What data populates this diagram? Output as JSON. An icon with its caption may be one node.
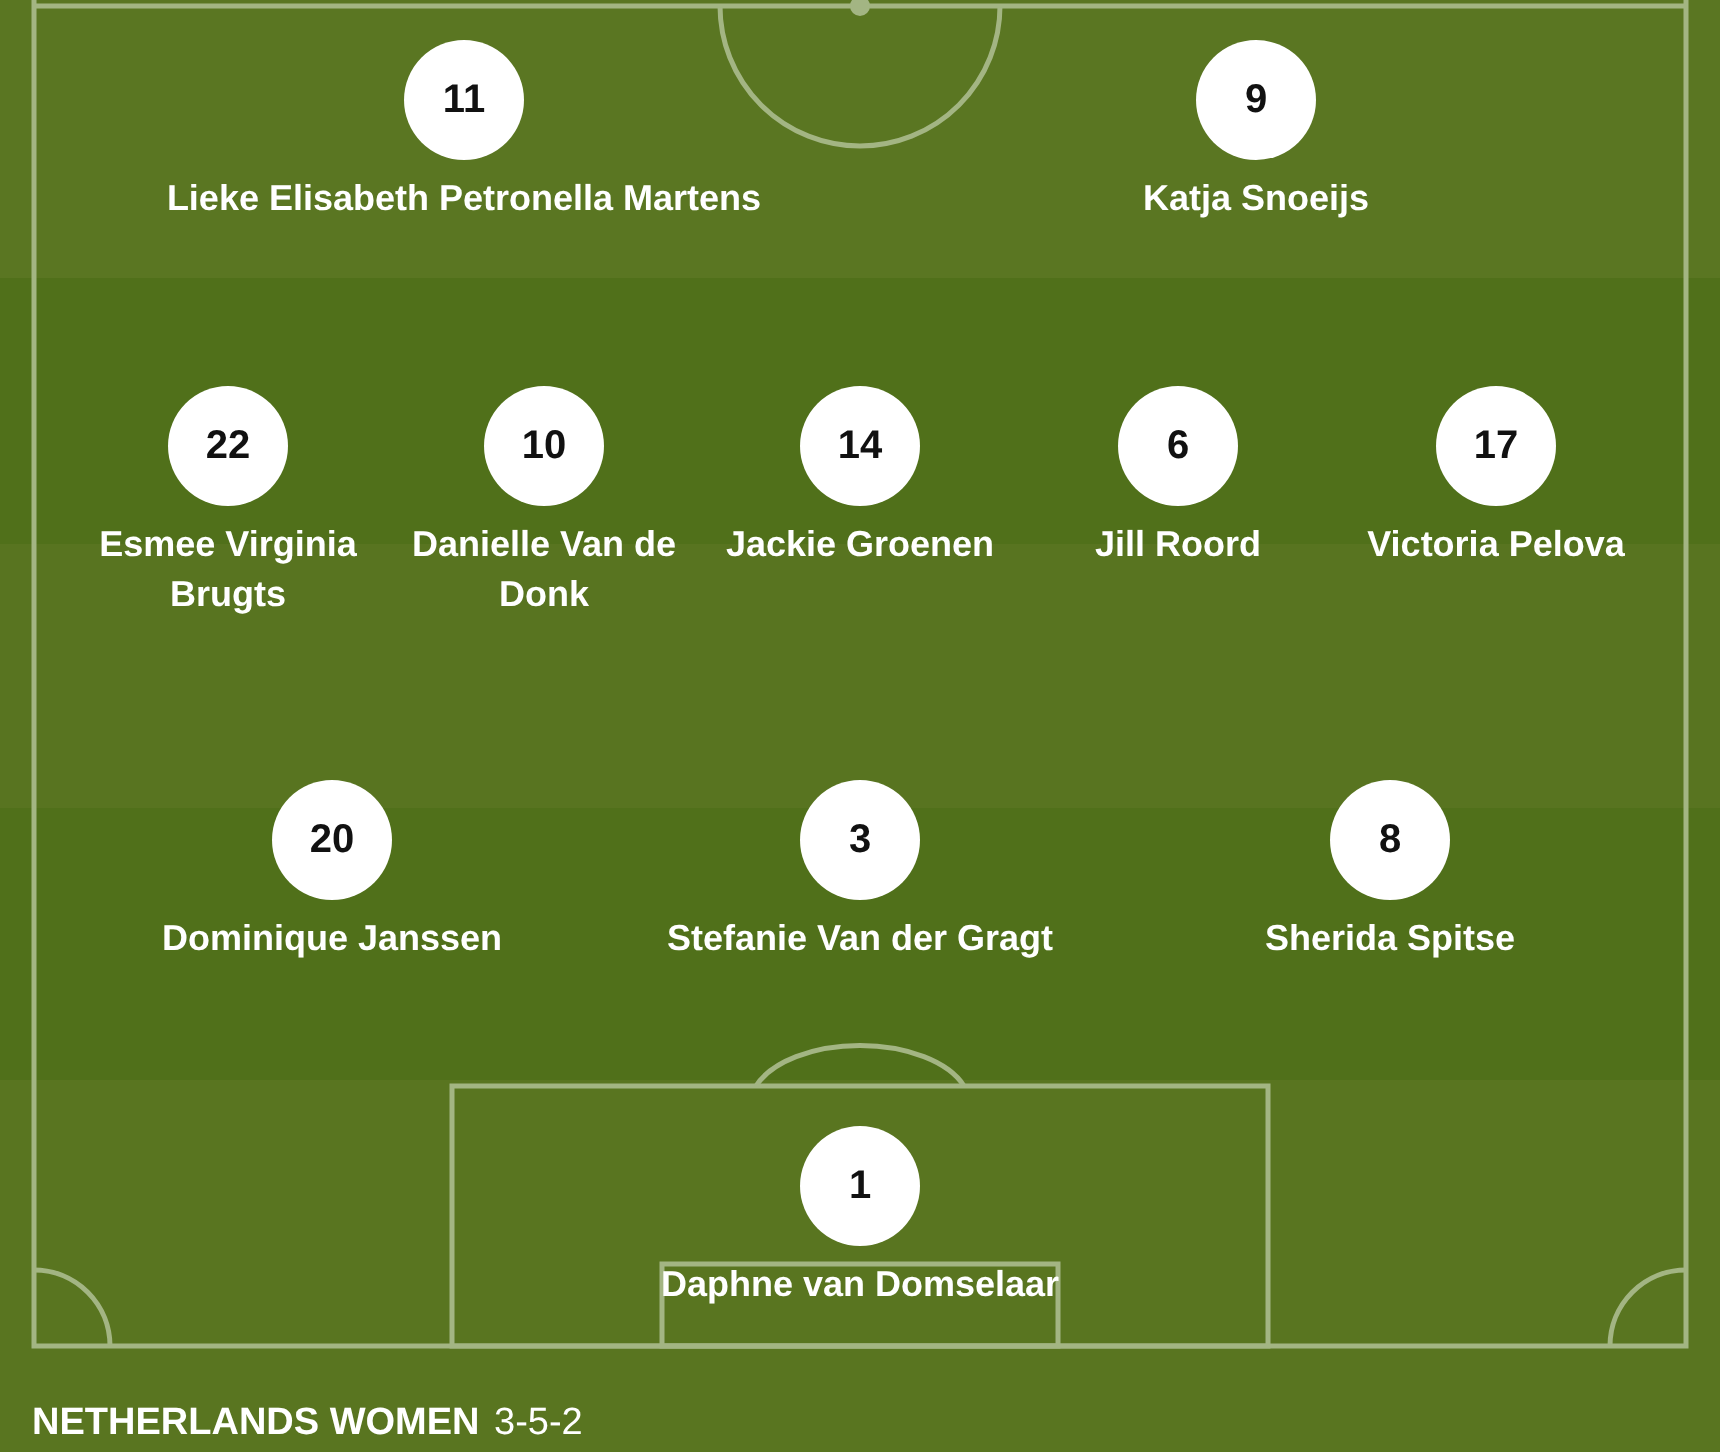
{
  "diagram": {
    "nodes": [
      {
        "text": [
          "11"
        ],
        "beside": [
          "Lieke Elisabeth Petronella Martens"
        ]
      },
      {
        "text": [
          "9"
        ],
        "beside": [
          "Katja Snoeijs"
        ]
      },
      {
        "text": [
          "22"
        ],
        "beside": [
          "Esmee Virginia Brugts"
        ]
      },
      {
        "text": [
          "10"
        ],
        "beside": [
          "Danielle Van de Donk"
        ]
      },
      {
        "text": [
          "14"
        ],
        "beside": [
          "Jackie Groenen"
        ]
      },
      {
        "text": [
          "6"
        ],
        "beside": [
          "Jill Roord"
        ]
      },
      {
        "text": [
          "17"
        ],
        "beside": [
          "Victoria Pelova"
        ]
      },
      {
        "text": [
          "20"
        ],
        "beside": [
          "Dominique Janssen"
        ]
      },
      {
        "text": [
          "3"
        ],
        "beside": [
          "Stefanie Van der Gragt"
        ]
      },
      {
        "text": [
          "8"
        ],
        "beside": [
          "Sherida Spitse"
        ]
      },
      {
        "text": [
          "1"
        ],
        "beside": [
          "Daphne van Domselaar"
        ]
      }
    ],
    "labels": [
      "NETHERLANDS WOMEN",
      "3-5-2"
    ]
  }
}
